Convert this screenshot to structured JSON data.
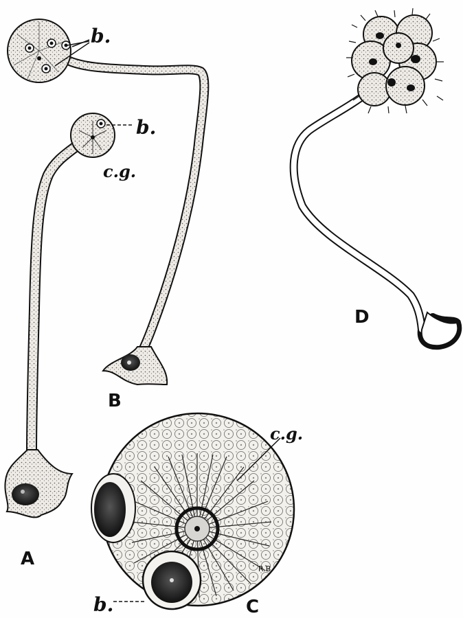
{
  "figure": {
    "panels": [
      {
        "id": "A",
        "label": "A"
      },
      {
        "id": "B",
        "label": "B"
      },
      {
        "id": "C",
        "label": "C"
      },
      {
        "id": "D",
        "label": "D"
      }
    ],
    "annotations": {
      "b_top": "b.",
      "b_mid": "b.",
      "b_bottom": "b.",
      "cg_mid": "c.g.",
      "cg_c": "c.g."
    },
    "signature": "R.B."
  },
  "colors": {
    "ink": "#111111",
    "cell_fill": "#e9e6e1",
    "nucleus": "#1a1a1a"
  }
}
